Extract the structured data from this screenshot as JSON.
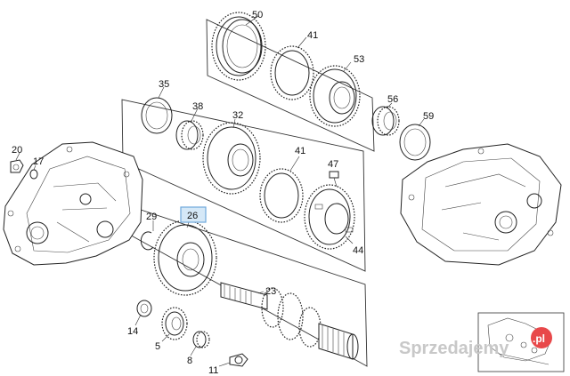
{
  "diagram": {
    "part_labels": {
      "p50": "50",
      "p41a": "41",
      "p53": "53",
      "p35": "35",
      "p38": "38",
      "p32": "32",
      "p56": "56",
      "p59": "59",
      "p41b": "41",
      "p47": "47",
      "p20": "20",
      "p17": "17",
      "p29": "29",
      "p26": "26",
      "p44": "44",
      "p23": "23",
      "p14": "14",
      "p5": "5",
      "p8": "8",
      "p11": "11"
    },
    "highlighted_part": "26",
    "highlight_color": "#9fc7e8",
    "watermark": {
      "text": "Sprzedajemy",
      "suffix": ".pl",
      "badge_color": "#e8484a"
    }
  }
}
